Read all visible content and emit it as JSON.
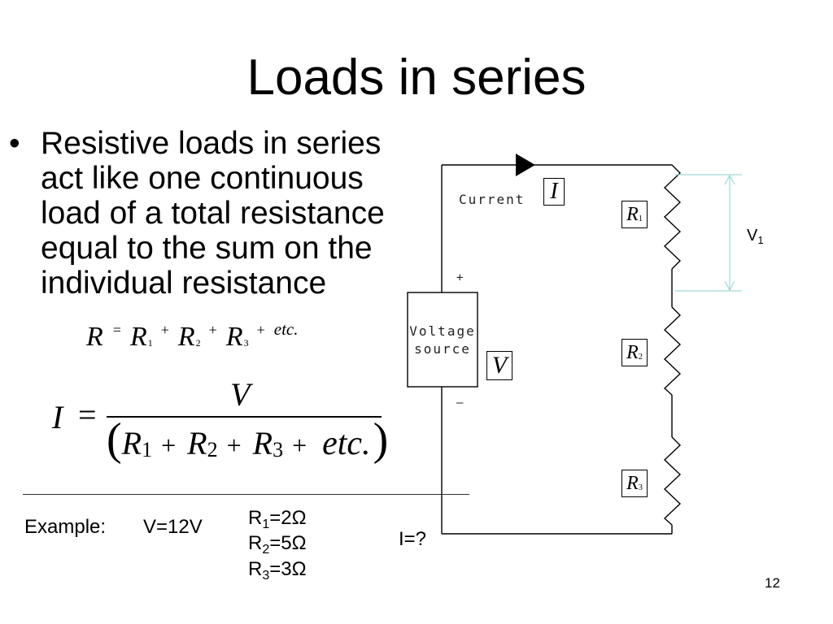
{
  "slide": {
    "title": "Loads in series",
    "page_number": "12",
    "bullet": {
      "marker": "•",
      "lines": [
        "Resistive loads in series",
        "act like one continuous",
        "load of a total resistance",
        "equal to the sum on the",
        "individual resistance"
      ]
    }
  },
  "formula_total": {
    "lhs": "R",
    "eq": "=",
    "plus": "+",
    "terms": [
      {
        "base": "R",
        "sub": "1"
      },
      {
        "base": "R",
        "sub": "2"
      },
      {
        "base": "R",
        "sub": "3"
      }
    ],
    "tail": "etc."
  },
  "formula_current": {
    "lhs": "I",
    "eq": "=",
    "numerator": "V",
    "open": "(",
    "close": ")",
    "plus": "+",
    "terms": [
      {
        "base": "R",
        "sub": "1"
      },
      {
        "base": "R",
        "sub": "2"
      },
      {
        "base": "R",
        "sub": "3"
      }
    ],
    "tail": "etc."
  },
  "example": {
    "label": "Example:",
    "voltage": "V=12V",
    "resistors": [
      {
        "base": "R",
        "sub": "1",
        "value": "=2Ω"
      },
      {
        "base": "R",
        "sub": "2",
        "value": "=5Ω"
      },
      {
        "base": "R",
        "sub": "3",
        "value": "=3Ω"
      }
    ],
    "unknown": "I=?"
  },
  "circuit": {
    "current_label": "Current",
    "current_symbol": "I",
    "source_label": [
      "Voltage",
      "source"
    ],
    "source_symbol": "V",
    "plus": "+",
    "minus": "–",
    "resistors": [
      {
        "base": "R",
        "sub": "1"
      },
      {
        "base": "R",
        "sub": "2"
      },
      {
        "base": "R",
        "sub": "3"
      }
    ],
    "voltage_drop": {
      "base": "V",
      "sub": "1"
    },
    "colors": {
      "wire": "#000000",
      "measure": "#9fd8d8"
    }
  }
}
